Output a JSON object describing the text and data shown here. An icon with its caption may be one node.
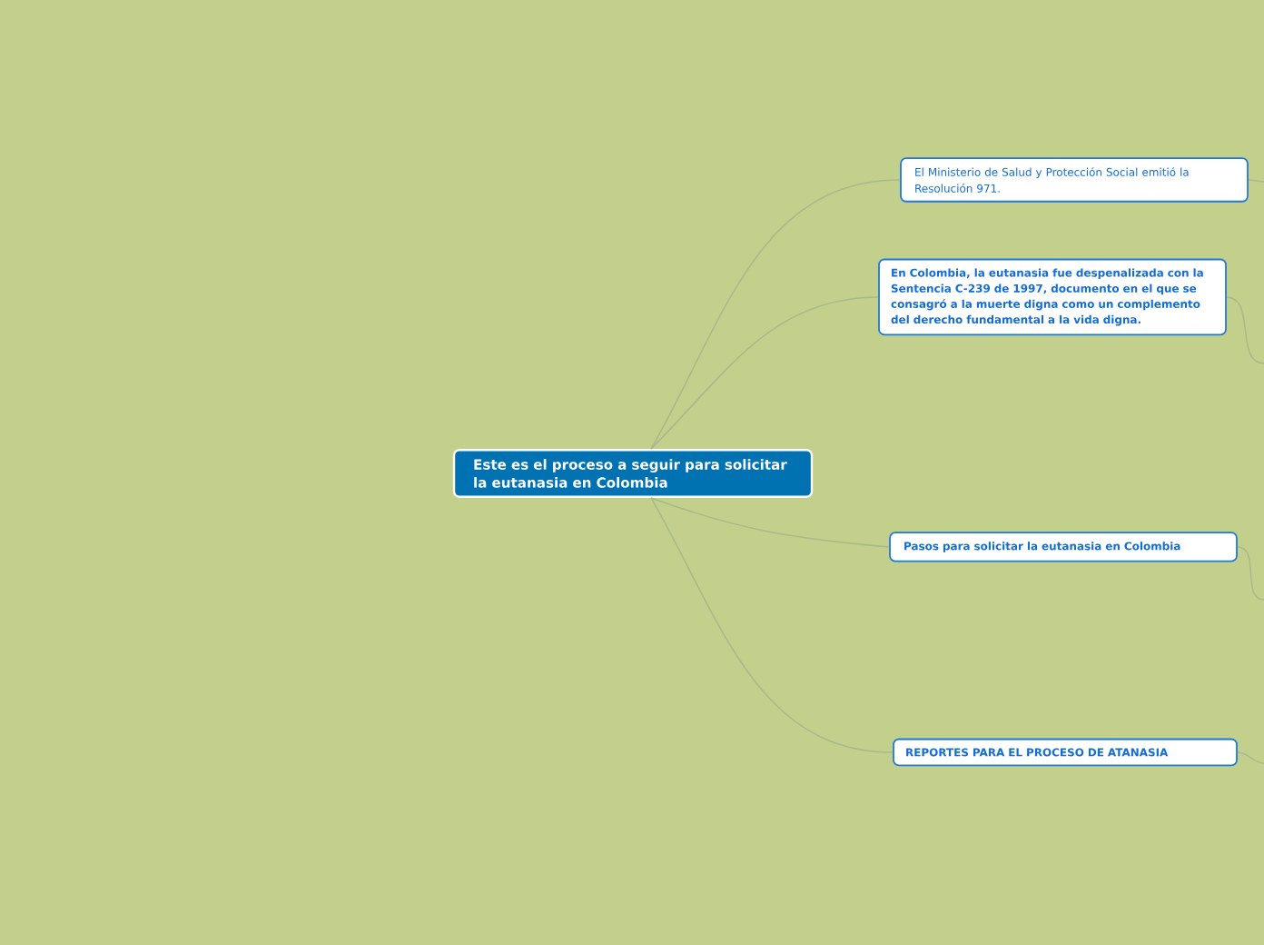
{
  "diagram": {
    "nodes": [
      {
        "text": [
          "Este es el proceso a seguir para solicitar la eutanasia en Colombia"
        ]
      },
      {
        "text": [
          "El Ministerio de Salud y Protección Social emitió la Resolución 971."
        ]
      },
      {
        "text": [
          "En Colombia, la eutanasia fue despenalizada con la Sentencia C-239 de 1997, documento en el que se consagró a la muerte digna como un complemento del derecho fundamental a la vida digna."
        ]
      },
      {
        "text": [
          "Pasos para solicitar la eutanasia en Colombia"
        ]
      },
      {
        "text": [
          "REPORTES PARA EL PROCESO DE ATANASIA"
        ]
      }
    ],
    "edges": [
      {
        "from": 0,
        "to": 1,
        "arrow": "none"
      },
      {
        "from": 0,
        "to": 2,
        "arrow": "none"
      },
      {
        "from": 0,
        "to": 3,
        "arrow": "none"
      },
      {
        "from": 0,
        "to": 4,
        "arrow": "none"
      },
      {
        "from": 1,
        "to": null,
        "arrow": "none"
      },
      {
        "from": 2,
        "to": null,
        "arrow": "none"
      },
      {
        "from": 3,
        "to": null,
        "arrow": "none"
      },
      {
        "from": 4,
        "to": null,
        "arrow": "none"
      }
    ]
  }
}
